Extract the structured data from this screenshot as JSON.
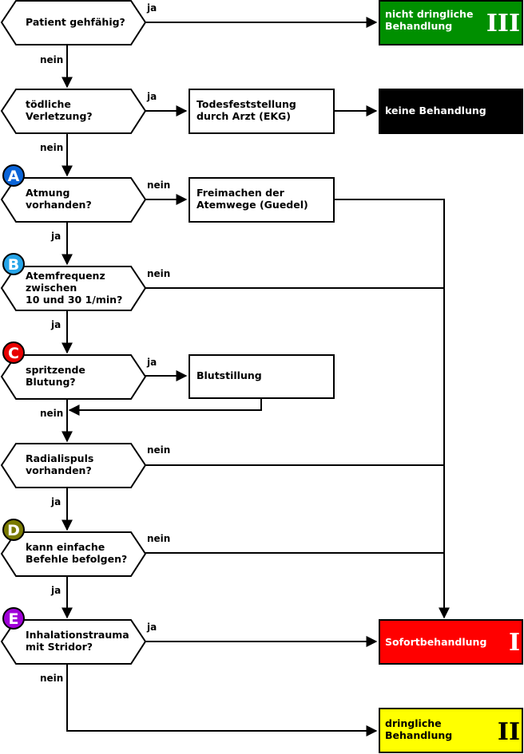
{
  "colors": {
    "green": "#008f00",
    "black": "#000000",
    "red": "#ff0000",
    "yellow": "#ffff00",
    "badge_a": "#0a64d8",
    "badge_b": "#26a4e8",
    "badge_c": "#e80000",
    "badge_d": "#7a7a00",
    "badge_e": "#a000d8"
  },
  "decisions": {
    "d1": [
      "Patient gehfähig?"
    ],
    "d2": [
      "tödliche",
      "Verletzung?"
    ],
    "d3": [
      "Atmung",
      "vorhanden?"
    ],
    "d4": [
      "Atemfrequenz",
      "zwischen",
      "10 und 30 1/min?"
    ],
    "d5": [
      "spritzende",
      "Blutung?"
    ],
    "d6": [
      "Radialispuls",
      "vorhanden?"
    ],
    "d7": [
      "kann einfache",
      "Befehle befolgen?"
    ],
    "d8": [
      "Inhalationstrauma",
      "mit Stridor?"
    ]
  },
  "actions": {
    "todes": [
      "Todesfeststellung",
      "durch Arzt (EKG)"
    ],
    "freimachen": [
      "Freimachen der",
      "Atemwege (Guedel)"
    ],
    "blut": [
      "Blutstillung"
    ]
  },
  "outcomes": {
    "nicht_dringlich": {
      "label": [
        "nicht dringliche",
        "Behandlung"
      ],
      "grade": "III"
    },
    "keine": {
      "label": [
        "keine Behandlung"
      ],
      "grade": ""
    },
    "sofort": {
      "label": [
        "Sofortbehandlung"
      ],
      "grade": "I"
    },
    "dringlich": {
      "label": [
        "dringliche",
        "Behandlung"
      ],
      "grade": "II"
    }
  },
  "badges": {
    "a": "A",
    "b": "B",
    "c": "C",
    "d": "D",
    "e": "E"
  },
  "edge_labels": {
    "ja": "ja",
    "nein": "nein"
  }
}
